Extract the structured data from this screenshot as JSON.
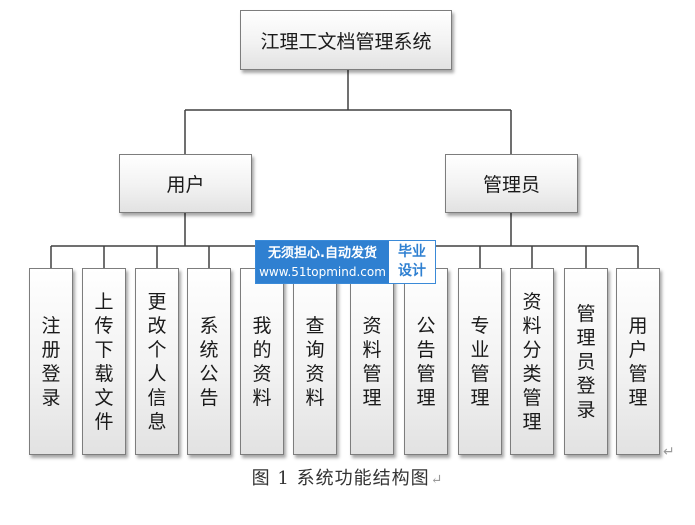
{
  "root": "江理工文档管理系统",
  "groups": [
    {
      "label": "用户",
      "children": [
        "注册登录",
        "上传下载文件",
        "更改个人信息",
        "系统公告",
        "我的资料",
        "查询资料",
        "资料管理",
        "公告管理"
      ]
    },
    {
      "label": "管理员",
      "children": [
        "专业管理",
        "资料分类管理",
        "管理员登录",
        "用户管理"
      ]
    }
  ],
  "caption": "图 1  系统功能结构图",
  "paragraph_mark": "↵",
  "watermark": {
    "line1": "无须担心.自动发货",
    "line2": "www.51topmind.com",
    "badge_top": "毕业",
    "badge_bottom": "设计"
  }
}
